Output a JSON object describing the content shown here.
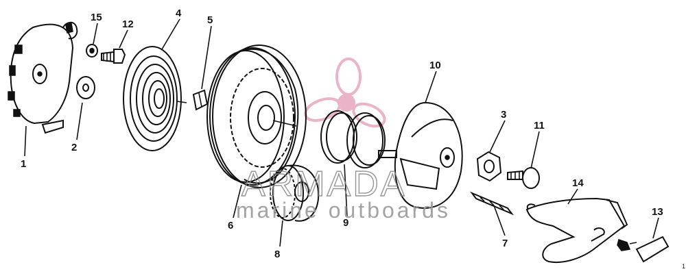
{
  "diagram": {
    "callouts": [
      {
        "id": "1",
        "label": "1"
      },
      {
        "id": "2",
        "label": "2"
      },
      {
        "id": "3",
        "label": "3"
      },
      {
        "id": "4",
        "label": "4"
      },
      {
        "id": "5",
        "label": "5"
      },
      {
        "id": "6",
        "label": "6"
      },
      {
        "id": "7",
        "label": "7"
      },
      {
        "id": "8",
        "label": "8"
      },
      {
        "id": "9",
        "label": "9"
      },
      {
        "id": "10",
        "label": "10"
      },
      {
        "id": "11",
        "label": "11"
      },
      {
        "id": "12",
        "label": "12"
      },
      {
        "id": "13",
        "label": "13"
      },
      {
        "id": "14",
        "label": "14"
      },
      {
        "id": "15",
        "label": "15"
      }
    ],
    "corner_mark": "1"
  },
  "watermark": {
    "brand": "ARMADA",
    "tagline": "marine outboards",
    "logo_color": "#e8a6bf"
  }
}
